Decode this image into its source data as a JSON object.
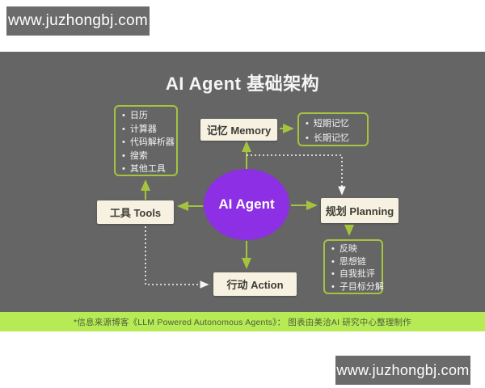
{
  "watermark": {
    "text": "www.juzhongbj.com"
  },
  "diagram": {
    "title": "AI Agent 基础架构",
    "center": {
      "label": "AI Agent"
    },
    "nodes": {
      "memory": {
        "label": "记忆 Memory"
      },
      "tools": {
        "label": "工具 Tools"
      },
      "planning": {
        "label": "规划 Planning"
      },
      "action": {
        "label": "行动 Action"
      }
    },
    "lists": {
      "tools": [
        "日历",
        "计算器",
        "代码解析器",
        "搜索",
        "其他工具"
      ],
      "memory": [
        "短期记忆",
        "长期记忆"
      ],
      "planning": [
        "反映",
        "思想链",
        "自我批评",
        "子目标分解"
      ]
    },
    "footer": "*信息来源博客《LLM Powered Autonomous Agents》： 图表由美洽AI 研究中心整理制作",
    "colors": {
      "canvas_bg": "#656565",
      "accent_green": "#a4c43f",
      "footer_bg": "#b7eb56",
      "agent_purple": "#8d2fe4",
      "box_cream": "#f6f1e1",
      "watermark_bg": "#6b6b6b"
    }
  }
}
